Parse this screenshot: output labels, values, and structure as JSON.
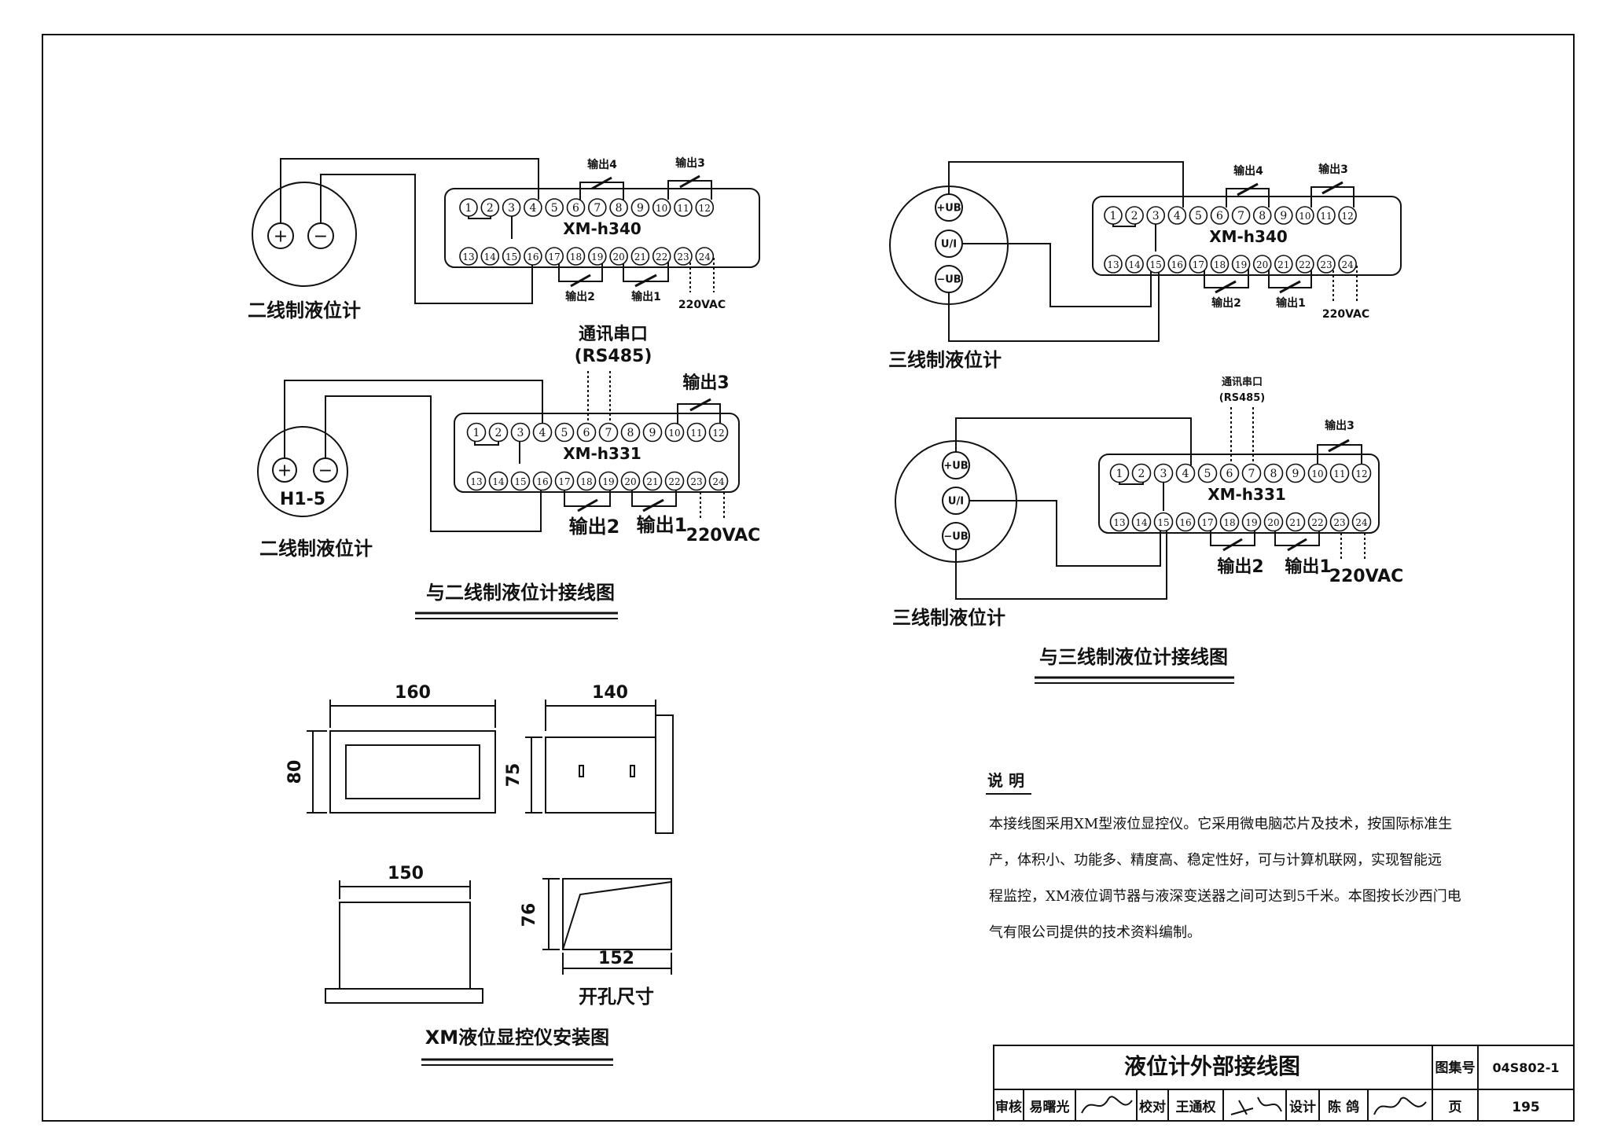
{
  "panel_tl": {
    "model": "XM-h340",
    "out4": "输出4",
    "out3": "输出3",
    "out2": "输出2",
    "out1": "输出1",
    "power": "220VAC",
    "sensor_label": "二线制液位计",
    "plus": "+",
    "minus": "−"
  },
  "panel_ml": {
    "model": "XM-h331",
    "comm": "通讯串口",
    "comm2": "(RS485)",
    "out3": "输出3",
    "out2": "输出2",
    "out1": "输出1",
    "power": "220VAC",
    "sensor_label": "二线制液位计",
    "sensor_model": "H1-5",
    "plus": "+",
    "minus": "−"
  },
  "caption_left": "与二线制液位计接线图",
  "panel_tr": {
    "model": "XM-h340",
    "out4": "输出4",
    "out3": "输出3",
    "out2": "输出2",
    "out1": "输出1",
    "power": "220VAC",
    "sensor_label": "三线制液位计",
    "pin_top": "+UB",
    "pin_mid": "U/I",
    "pin_bot": "−UB"
  },
  "panel_mr": {
    "model": "XM-h331",
    "comm": "通讯串口",
    "comm2": "(RS485)",
    "out3": "输出3",
    "out2": "输出2",
    "out1": "输出1",
    "power": "220VAC",
    "sensor_label": "三线制液位计",
    "pin_top": "+UB",
    "pin_mid": "U/I",
    "pin_bot": "−UB"
  },
  "caption_right": "与三线制液位计接线图",
  "install": {
    "w160": "160",
    "h80": "80",
    "w140": "140",
    "h75": "75",
    "w150": "150",
    "h76": "76",
    "w152": "152",
    "cutout": "开孔尺寸",
    "caption": "XM液位显控仪安装图"
  },
  "notes": {
    "title": "说  明",
    "lines": [
      "本接线图采用XM型液位显控仪。它采用微电脑芯片及技术，按国际标准生",
      "产，体积小、功能多、精度高、稳定性好，可与计算机联网，实现智能远",
      "程监控，XM液位调节器与液深变送器之间可达到5千米。本图按长沙西门电",
      "气有限公司提供的技术资料编制。"
    ]
  },
  "title_block": {
    "title": "液位计外部接线图",
    "atlas_label": "图集号",
    "atlas_no": "04S802-1",
    "review_label": "审核",
    "reviewer": "易曙光",
    "check_label": "校对",
    "checker": "王通权",
    "design_label": "设计",
    "designer": "陈 鸽",
    "page_label": "页",
    "page_no": "195"
  }
}
